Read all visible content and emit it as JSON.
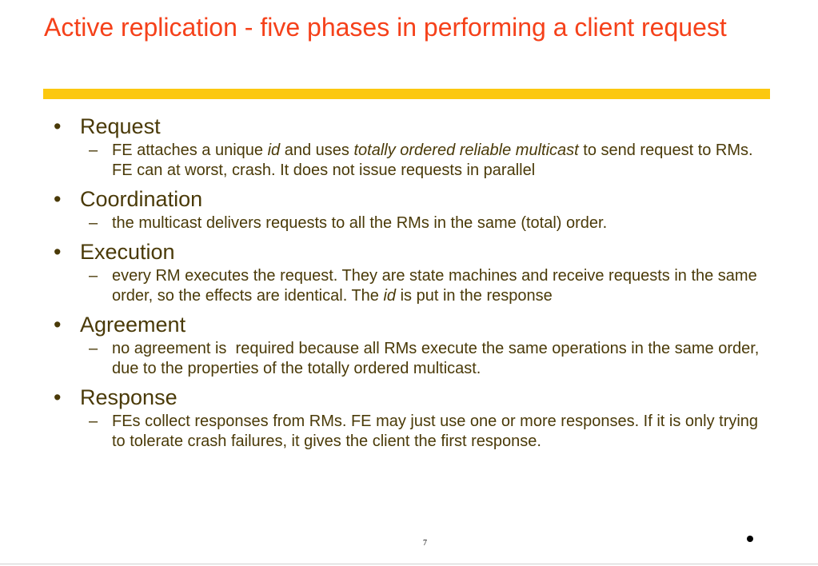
{
  "slide": {
    "title": "Active replication - five phases in performing a client request",
    "bullets": [
      {
        "heading": "Request",
        "sub": {
          "parts": [
            "FE attaches a unique ",
            "id",
            " and uses ",
            "totally ordered reliable multicast",
            " to send request to RMs. FE can at worst, crash. It does not issue requests in parallel"
          ]
        }
      },
      {
        "heading": "Coordination",
        "sub": {
          "parts": [
            "the multicast delivers requests to all the RMs in the same (total) order."
          ]
        }
      },
      {
        "heading": "Execution",
        "sub": {
          "parts": [
            "every RM executes the request. They are state machines and receive requests in the same order, so the effects are identical. The ",
            "id",
            " is put in the response"
          ]
        }
      },
      {
        "heading": "Agreement",
        "sub": {
          "parts": [
            "no agreement is  required because all RMs execute the same operations in the same order, due to the properties of the totally ordered multicast."
          ]
        }
      },
      {
        "heading": "Response",
        "sub": {
          "parts": [
            "FEs collect responses from RMs. FE may just use one or more responses. If it is only trying to tolerate crash failures, it gives the client the first response."
          ]
        }
      }
    ],
    "bullet_glyph": "•",
    "dash_glyph": "–",
    "page_number": "7"
  },
  "colors": {
    "title": "#f5411a",
    "accent_bar": "#fcc80f",
    "body_text": "#4a3a08"
  }
}
